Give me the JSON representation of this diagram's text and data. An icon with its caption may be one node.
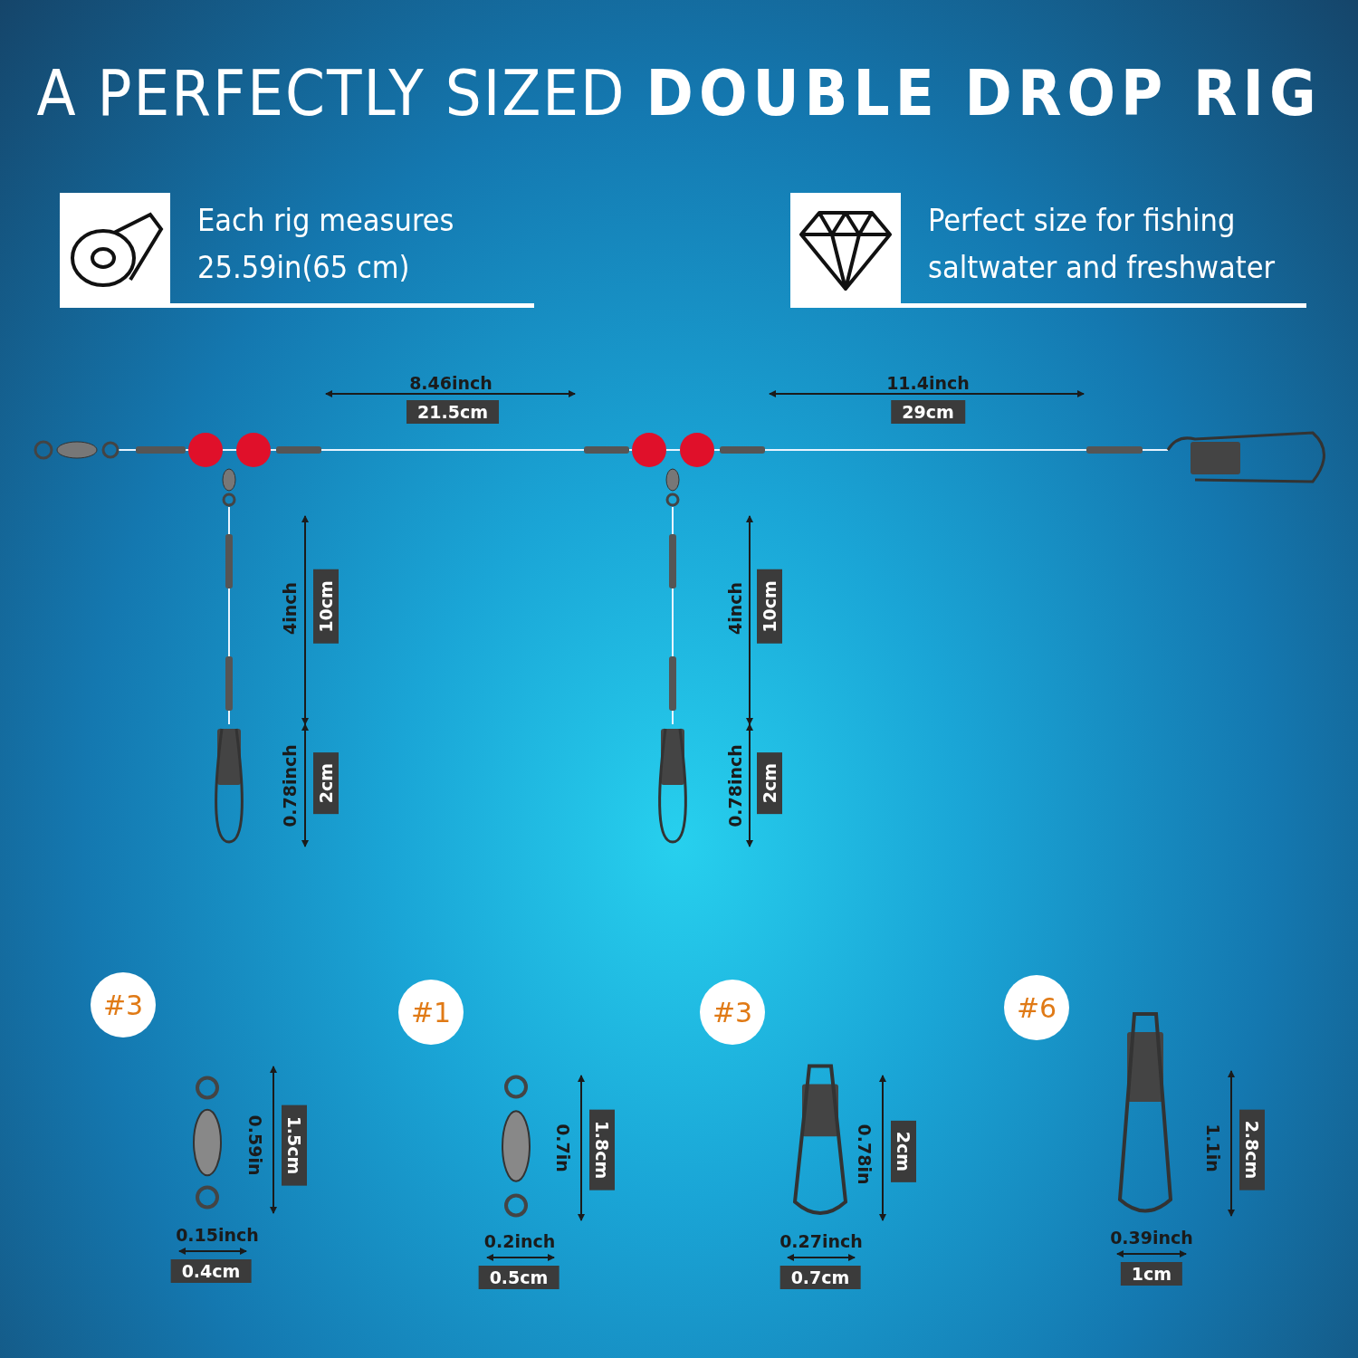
{
  "diagram": {
    "title": "A PERFECTLY SIZED **DOUBLE DROP RIG**",
    "nodes": [
      {
        "text": [
          "Each rig measures 25.59in(65 cm)"
        ]
      },
      {
        "text": [
          "Perfect size for fishing saltwater and freshwater"
        ]
      },
      {
        "text": [
          "#3"
        ]
      },
      {
        "text": [
          "#1"
        ]
      },
      {
        "text": [
          "#3"
        ]
      },
      {
        "text": [
          "#6"
        ]
      }
    ],
    "labels": [
      "8.46inch",
      "21.5cm",
      "11.4inch",
      "29cm",
      "4inch",
      "10cm",
      "0.78inch",
      "2cm",
      "4inch",
      "10cm",
      "0.78inch",
      "2cm",
      "0.59in",
      "1.5cm",
      "0.15inch",
      "0.4cm",
      "0.7in",
      "1.8cm",
      "0.2inch",
      "0.5cm",
      "0.78in",
      "2cm",
      "0.27inch",
      "0.7cm",
      "1.1in",
      "2.8cm",
      "0.39inch",
      "1cm"
    ]
  }
}
